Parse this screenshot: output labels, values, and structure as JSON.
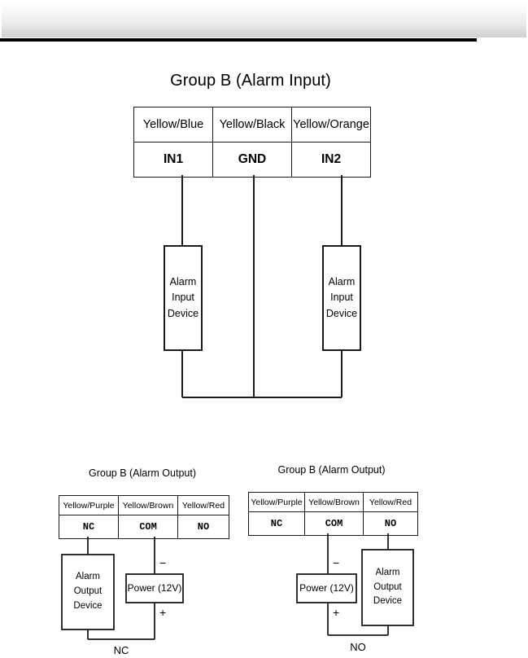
{
  "page": {
    "header_band": "",
    "background": "#ffffff",
    "line_color": "#1a1a1a"
  },
  "alarm_input": {
    "title": "Group B (Alarm Input)",
    "table": {
      "wire_colors": [
        "Yellow/Blue",
        "Yellow/Black",
        "Yellow/Orange"
      ],
      "terminals": [
        "IN1",
        "GND",
        "IN2"
      ]
    },
    "devices": [
      {
        "lines": [
          "Alarm",
          "Input",
          "Device"
        ]
      },
      {
        "lines": [
          "Alarm",
          "Input",
          "Device"
        ]
      }
    ]
  },
  "alarm_output_nc": {
    "title": "Group B (Alarm Output)",
    "table": {
      "wire_colors": [
        "Yellow/Purple",
        "Yellow/Brown",
        "Yellow/Red"
      ],
      "terminals": [
        "NC",
        "COM",
        "NO"
      ]
    },
    "device": {
      "lines": [
        "Alarm",
        "Output",
        "Device"
      ]
    },
    "power": {
      "label": "Power (12V)",
      "negative": "−",
      "positive": "+"
    },
    "caption": "NC"
  },
  "alarm_output_no": {
    "title": "Group B (Alarm Output)",
    "table": {
      "wire_colors": [
        "Yellow/Purple",
        "Yellow/Brown",
        "Yellow/Red"
      ],
      "terminals": [
        "NC",
        "COM",
        "NO"
      ]
    },
    "device": {
      "lines": [
        "Alarm",
        "Output",
        "Device"
      ]
    },
    "power": {
      "label": "Power (12V)",
      "negative": "−",
      "positive": "+"
    },
    "caption": "NO"
  }
}
